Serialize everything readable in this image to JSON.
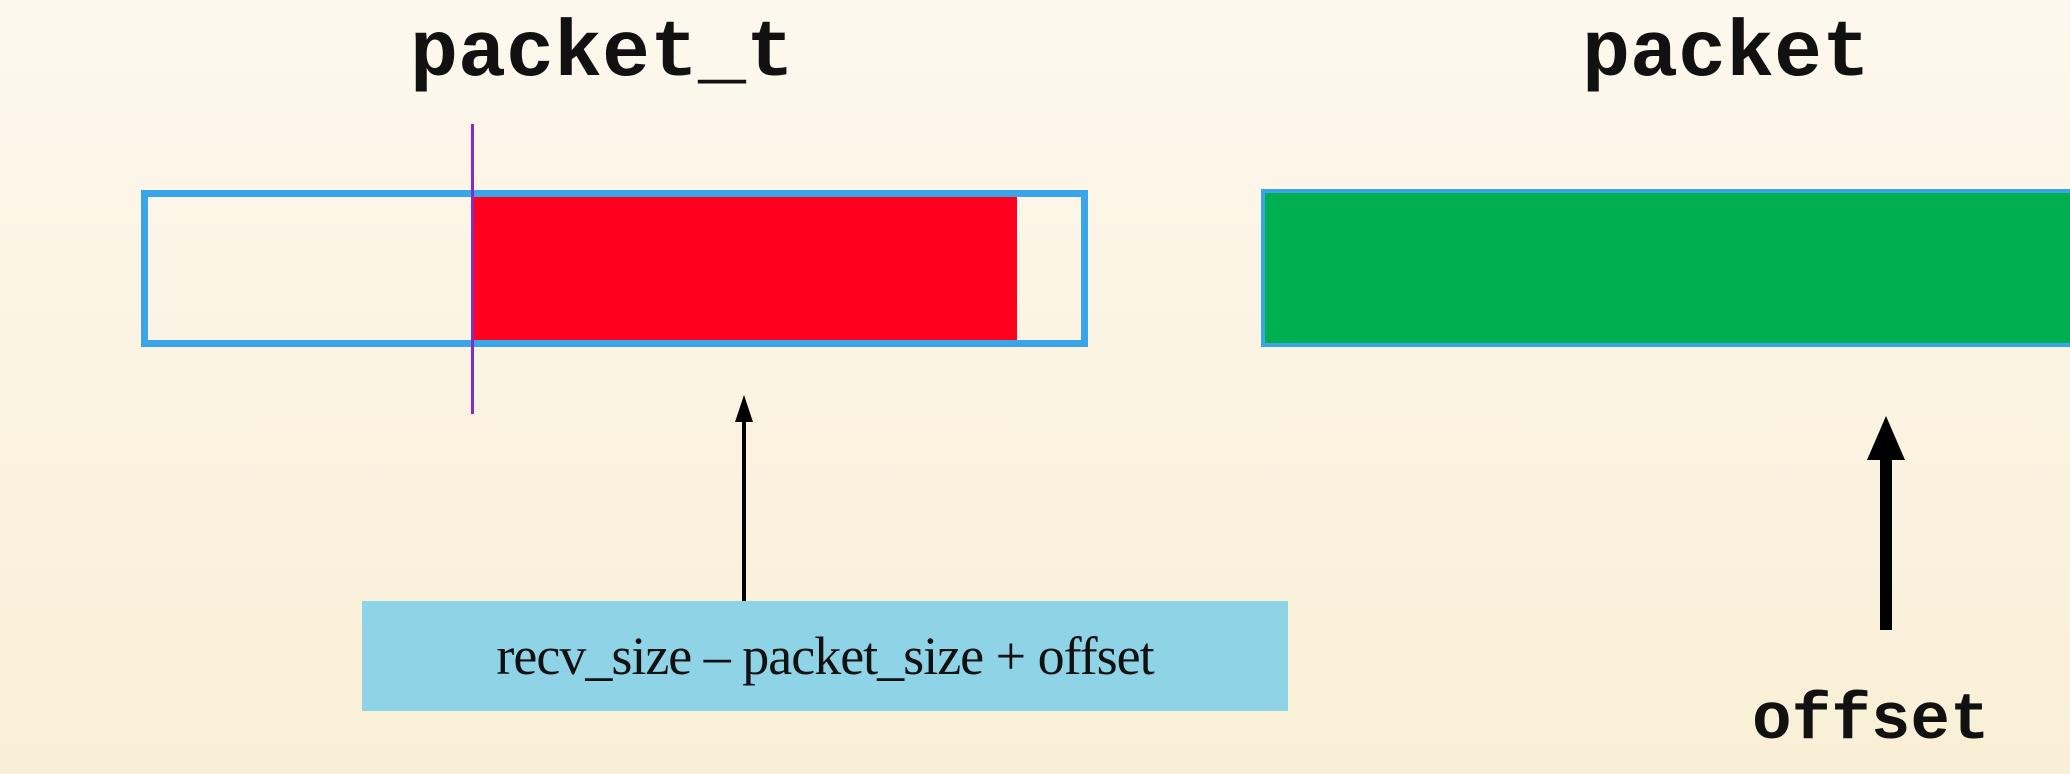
{
  "diagram": {
    "left_title": "packet_t",
    "right_title": "packet",
    "formula_label": "recv_size – packet_size + offset",
    "offset_label": "offset"
  },
  "colors": {
    "background": "#fcf6e6",
    "buffer_outline": "#3aa5e8",
    "payload": "#ff001e",
    "packet": "#00b050",
    "offset_marker": "#8a2bbf",
    "label_box": "#8fd3e6",
    "arrow": "#000000"
  }
}
